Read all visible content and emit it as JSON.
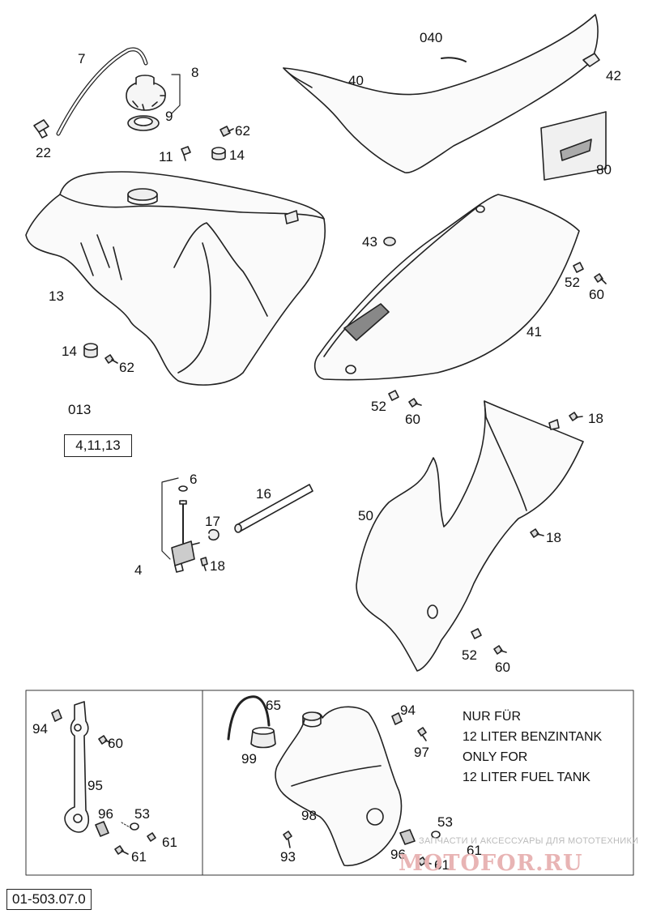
{
  "callouts": {
    "c7": "7",
    "c8": "8",
    "c9": "9",
    "c22": "22",
    "c62a": "62",
    "c11": "11",
    "c14a": "14",
    "c040": "040",
    "c40": "40",
    "c42": "42",
    "c80": "80",
    "c13": "13",
    "c14b": "14",
    "c62b": "62",
    "c43": "43",
    "c52a": "52",
    "c60a": "60",
    "c41": "41",
    "c52b": "52",
    "c60b": "60",
    "c013": "013",
    "c18a": "18",
    "c6": "6",
    "c16": "16",
    "c17": "17",
    "c4": "4",
    "c18b": "18",
    "c50": "50",
    "c18c": "18",
    "c52c": "52",
    "c60c": "60",
    "c94a": "94",
    "c60d": "60",
    "c95": "95",
    "c96a": "96",
    "c53a": "53",
    "c61a": "61",
    "c61b": "61",
    "c65": "65",
    "c99": "99",
    "c98": "98",
    "c94b": "94",
    "c97": "97",
    "c53b": "53",
    "c61c": "61",
    "c93": "93",
    "c96b": "96",
    "c61d": "61"
  },
  "kit_box": "4,11,13",
  "note": {
    "line1": "NUR FÜR",
    "line2": "12 LITER BENZINTANK",
    "line3": "ONLY FOR",
    "line4": "12 LITER FUEL TANK"
  },
  "document_id": "01-503.07.0",
  "watermark": {
    "text": "ЗАПЧАСТИ И АКСЕССУАРЫ ДЛЯ МОТОТЕХНИКИ",
    "logo": "MOTOFOR.RU"
  },
  "icons": [
    "fuel-tank-icon",
    "seat-icon",
    "side-cover-icon",
    "fuel-tap-icon",
    "fuel-cap-icon",
    "hose-icon",
    "bolt-icon",
    "spacer-icon",
    "decal-icon",
    "bracket-icon"
  ]
}
